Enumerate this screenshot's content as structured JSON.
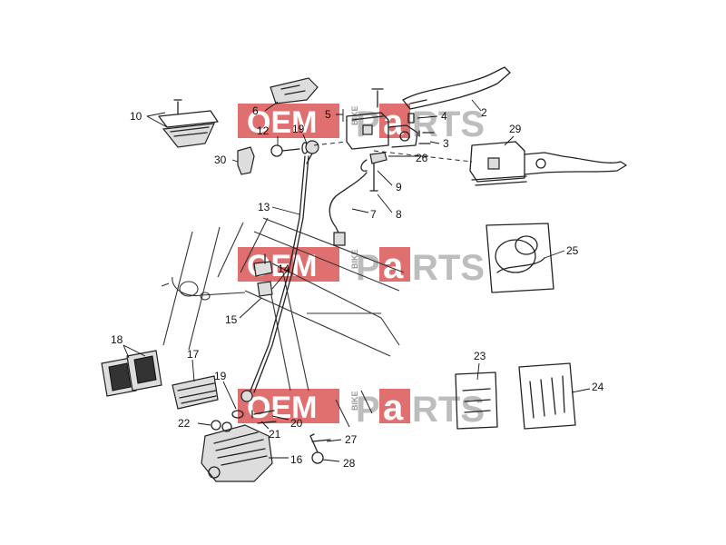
{
  "watermark": {
    "oem": "OEM",
    "bike": "BIKE",
    "p": "P",
    "a": "a",
    "rts": "RTS",
    "color_red": "#e07070",
    "color_grey": "#bdbdbd"
  },
  "callouts": {
    "c1": "10",
    "c2": "6",
    "c3": "5",
    "c4": "4",
    "c5": "2",
    "c6": "3",
    "c7": "12",
    "c8": "19",
    "c9": "26",
    "c10": "29",
    "c11": "30",
    "c12": "9",
    "c13": "7",
    "c14": "8",
    "c15": "13",
    "c16": "25",
    "c17": "14",
    "c18": "15",
    "c19": "18",
    "c20": "17",
    "c21": "19",
    "c22": "22",
    "c23": "20",
    "c24": "21",
    "c25": "23",
    "c26": "24",
    "c27": "27",
    "c28": "16",
    "c29": "28"
  }
}
